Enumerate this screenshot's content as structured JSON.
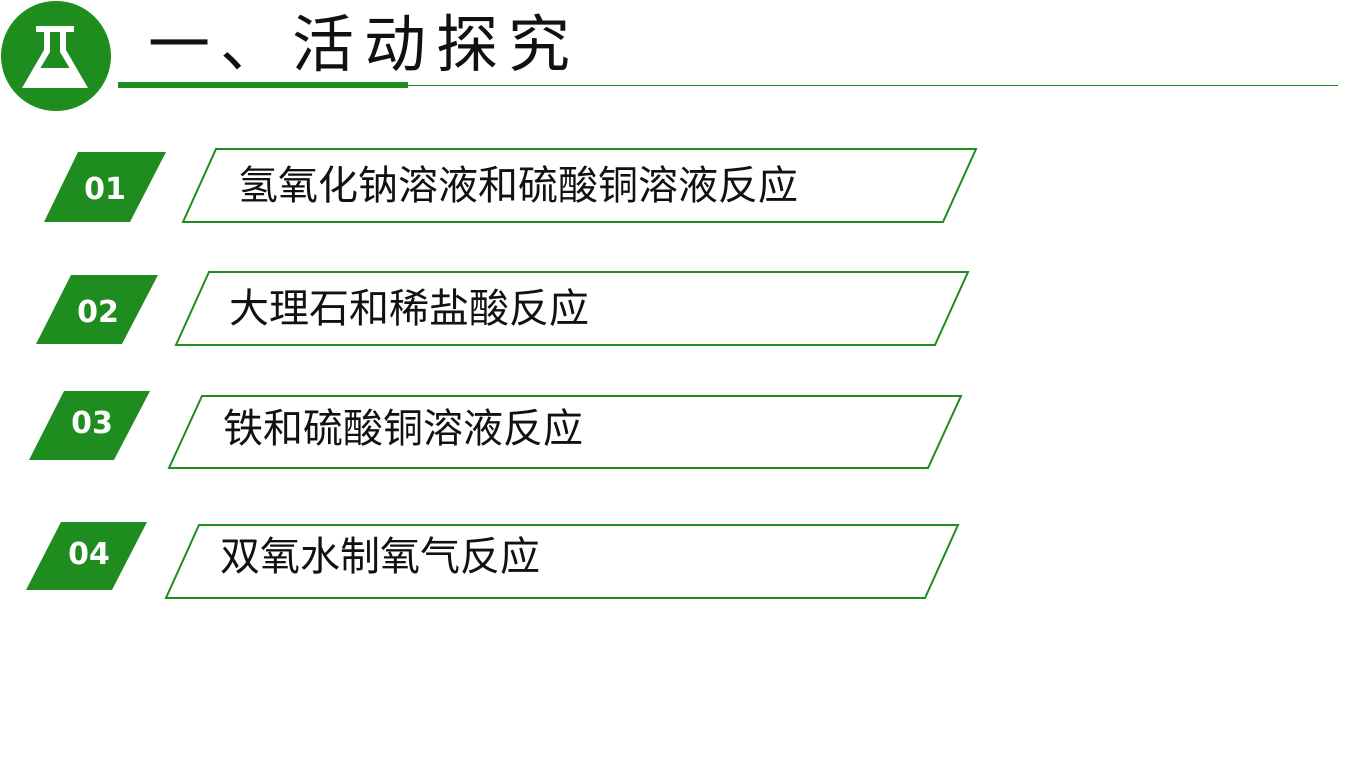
{
  "header": {
    "title": "一、活动探究",
    "icon": "flask-icon",
    "accent_color": "#1e8c1e"
  },
  "items": [
    {
      "number": "01",
      "label": "氢氧化钠溶液和硫酸铜溶液反应"
    },
    {
      "number": "02",
      "label": "大理石和稀盐酸反应"
    },
    {
      "number": "03",
      "label": "铁和硫酸铜溶液反应"
    },
    {
      "number": "04",
      "label": "双氧水制氧气反应"
    }
  ]
}
